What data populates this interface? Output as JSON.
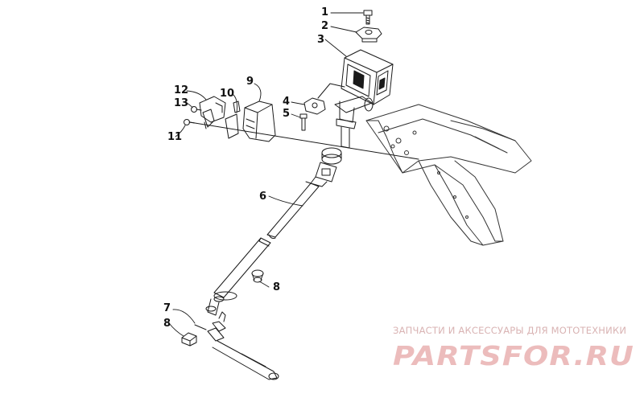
{
  "callouts": {
    "c1": "1",
    "c2": "2",
    "c3": "3",
    "c4": "4",
    "c5": "5",
    "c6": "6",
    "c7": "7",
    "c8a": "8",
    "c8b": "8",
    "c9": "9",
    "c10": "10",
    "c11": "11",
    "c12": "12",
    "c13": "13"
  },
  "watermark": {
    "caption": "ЗАПЧАСТИ И АКСЕССУАРЫ ДЛЯ МОТОТЕХНИКИ",
    "logo_text": "PARTSFOR.RU",
    "caption_color": "#d9b3b3",
    "logo_color": "#ecbcbc"
  },
  "colors": {
    "line": "#1a1a1a",
    "frame_line": "#333333"
  }
}
